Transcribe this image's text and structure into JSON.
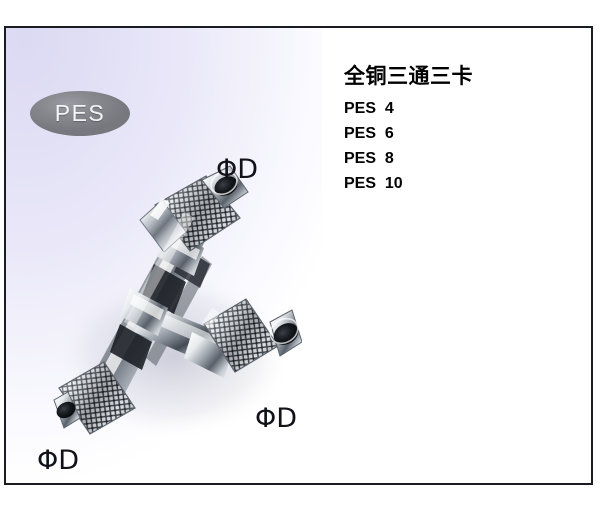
{
  "card": {
    "border_color": "#1b1b22"
  },
  "product_panel": {
    "badge": {
      "label": "PES",
      "shape": "ellipse",
      "fill_color": "#81818a",
      "text_color": "#f4f4f6"
    },
    "photo": {
      "alt_name": "brass-three-way-tee-push-in-fitting",
      "finish_color": "#c9ccd2"
    },
    "dimension_labels": [
      {
        "name": "dim-top",
        "text": "ΦD"
      },
      {
        "name": "dim-right",
        "text": "ΦD"
      },
      {
        "name": "dim-bottom",
        "text": "ΦD"
      }
    ],
    "background_colors": {
      "gradient_start": "#dcd9f3",
      "gradient_end": "#ffffff"
    }
  },
  "spec_panel": {
    "title": "全铜三通三卡",
    "models": [
      "PES  4",
      "PES  6",
      "PES  8",
      "PES  10"
    ]
  }
}
